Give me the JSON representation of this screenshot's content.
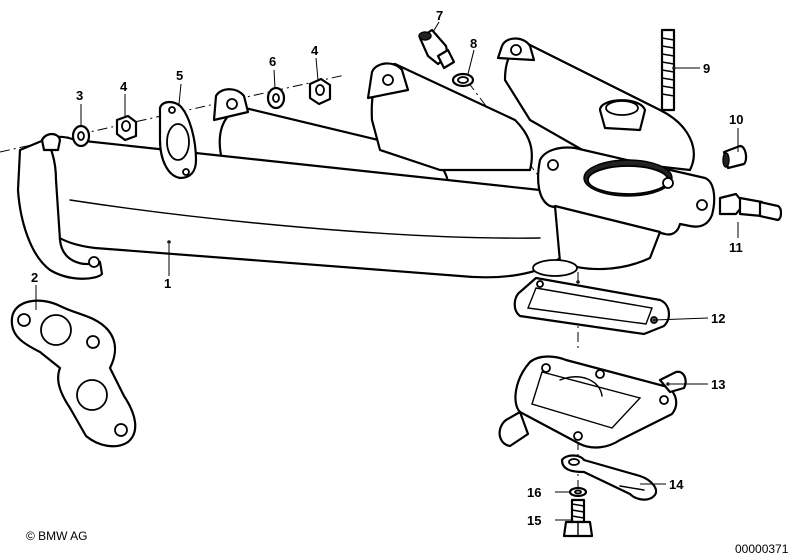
{
  "callouts": {
    "c1": "1",
    "c2": "2",
    "c3": "3",
    "c4a": "4",
    "c4b": "4",
    "c5": "5",
    "c6": "6",
    "c7": "7",
    "c8": "8",
    "c9": "9",
    "c10": "10",
    "c11": "11",
    "c12": "12",
    "c13": "13",
    "c14": "14",
    "c15": "15",
    "c16": "16"
  },
  "footer": {
    "copyright": "© BMW AG",
    "diagram_number": "00000371"
  }
}
